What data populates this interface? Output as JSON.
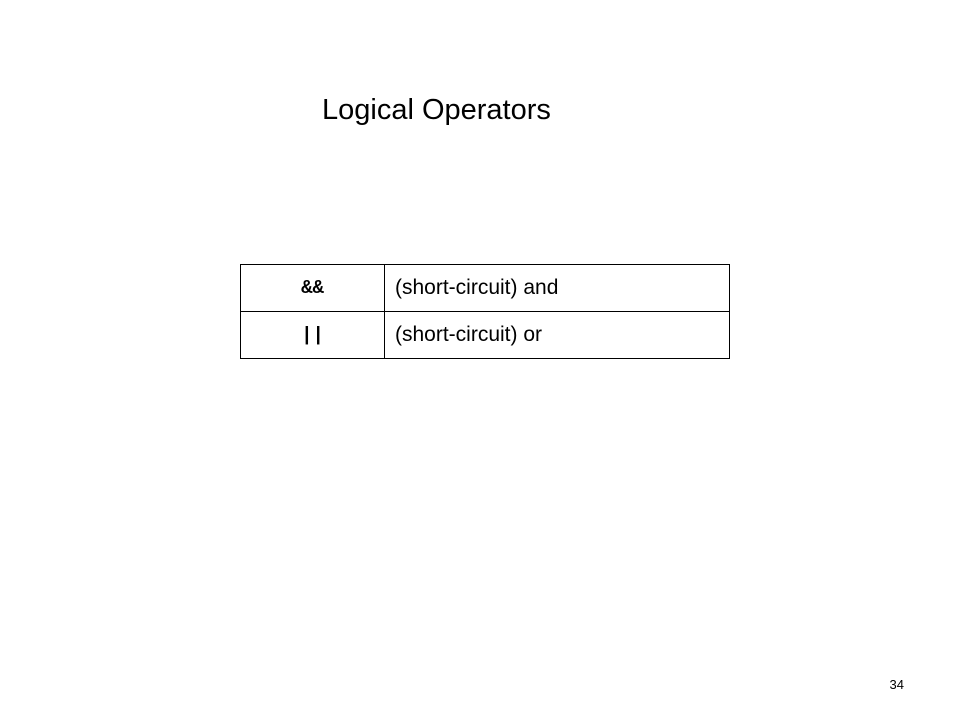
{
  "slide": {
    "title": "Logical Operators",
    "page_number": "34"
  },
  "table": {
    "rows": [
      {
        "operator": "&&",
        "description": "(short-circuit) and"
      },
      {
        "operator": "||",
        "description": "(short-circuit) or"
      }
    ]
  }
}
